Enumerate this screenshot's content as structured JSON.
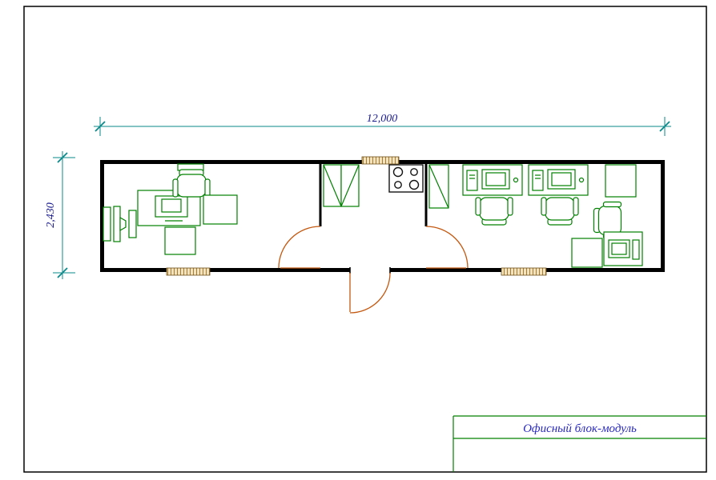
{
  "drawing": {
    "dimensions": {
      "overall_width_mm": "12,000",
      "overall_height_mm": "2,430"
    },
    "title_block": {
      "title": "Офисный блок-модуль"
    },
    "colors": {
      "wall": "#000000",
      "furniture": "#008000",
      "dimension_line": "#0a8a8a",
      "dimension_text": "#1a1a90",
      "window_fill": "#f2e3c0",
      "window_hatch": "#a87b2d",
      "door": "#c45911",
      "title_text": "#2a2ac0",
      "title_block_line": "#008000"
    },
    "symbols": [
      "office-desk",
      "office-chair",
      "computer-workstation",
      "printer",
      "cabinet",
      "wardrobe",
      "stove-4-burner",
      "window",
      "door-swing"
    ]
  }
}
